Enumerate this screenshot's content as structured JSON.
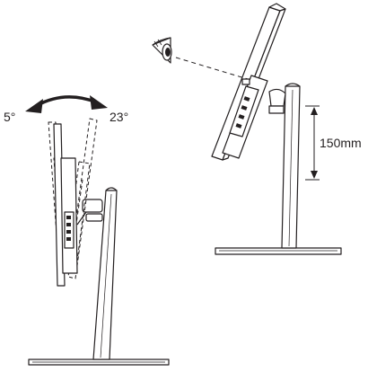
{
  "labels": {
    "tilt_left": "5°",
    "tilt_right": "23°",
    "height_adjust": "150mm"
  },
  "colors": {
    "line": "#231f20",
    "fill_light": "#ffffff",
    "fill_dark": "#231f20"
  },
  "icons": {
    "eye": "eye-icon",
    "tilt_arrows": "curved-double-arrow-icon",
    "height_arrow": "vertical-dimension-arrow-icon"
  }
}
